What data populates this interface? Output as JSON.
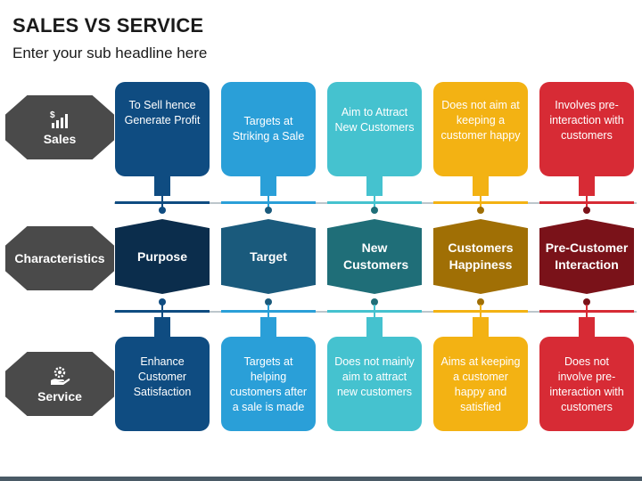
{
  "title": "SALES VS SERVICE",
  "subtitle": "Enter your sub headline here",
  "rows": {
    "sales": {
      "label": "Sales",
      "icon": "dollar-chart-icon"
    },
    "characteristics": {
      "label": "Characteristics"
    },
    "service": {
      "label": "Service",
      "icon": "gear-hand-icon"
    }
  },
  "columns": [
    {
      "characteristic": "Purpose",
      "sales": "To Sell hence Generate Profit",
      "service": "Enhance Customer Satisfaction",
      "color": "#0f4c81",
      "dark": "#0b2d4c"
    },
    {
      "characteristic": "Target",
      "sales": "Targets at Striking a Sale",
      "service": "Targets at helping customers after a sale is made",
      "color": "#2a9fd8",
      "dark": "#1a5a7c"
    },
    {
      "characteristic": "New Customers",
      "sales": "Aim to Attract New Customers",
      "service": "Does not mainly aim to attract new customers",
      "color": "#45c2cf",
      "dark": "#1f6e78"
    },
    {
      "characteristic": "Customers Happiness",
      "sales": "Does not aim at keeping a customer happy",
      "service": "Aims at keeping a customer happy and satisfied",
      "color": "#f3b213",
      "dark": "#a06f05"
    },
    {
      "characteristic": "Pre-Customer Interaction",
      "sales": "Involves pre-interaction with customers",
      "service": "Does not involve pre-interaction with customers",
      "color": "#d72b35",
      "dark": "#7a1219"
    }
  ]
}
